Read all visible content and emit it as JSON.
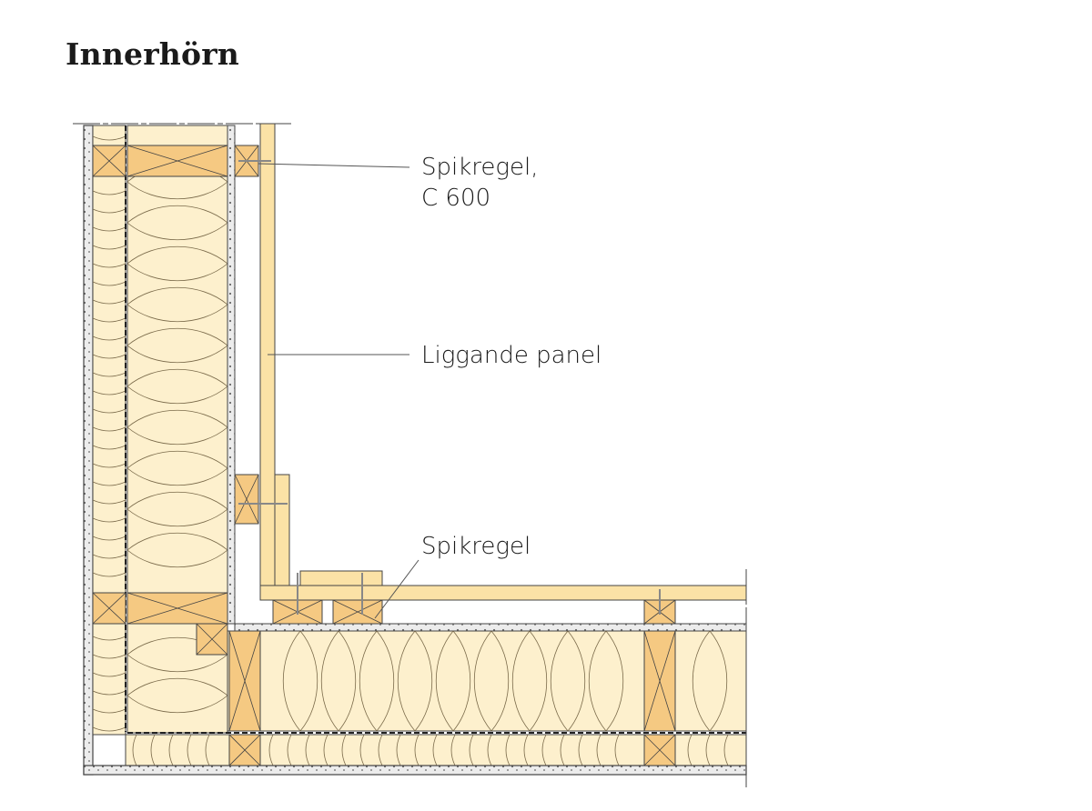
{
  "title": "Innerhörn",
  "labels": {
    "spikregel_c600_line1": "Spikregel,",
    "spikregel_c600_line2": "C 600",
    "liggande_panel": "Liggande panel",
    "spikregel": "Spikregel"
  },
  "colors": {
    "timber": "#f5c982",
    "panel": "#fbe2a6",
    "insulation": "#fdf0cd",
    "board": "#ececec",
    "outline": "#3a3a3a",
    "leader": "#555555"
  }
}
